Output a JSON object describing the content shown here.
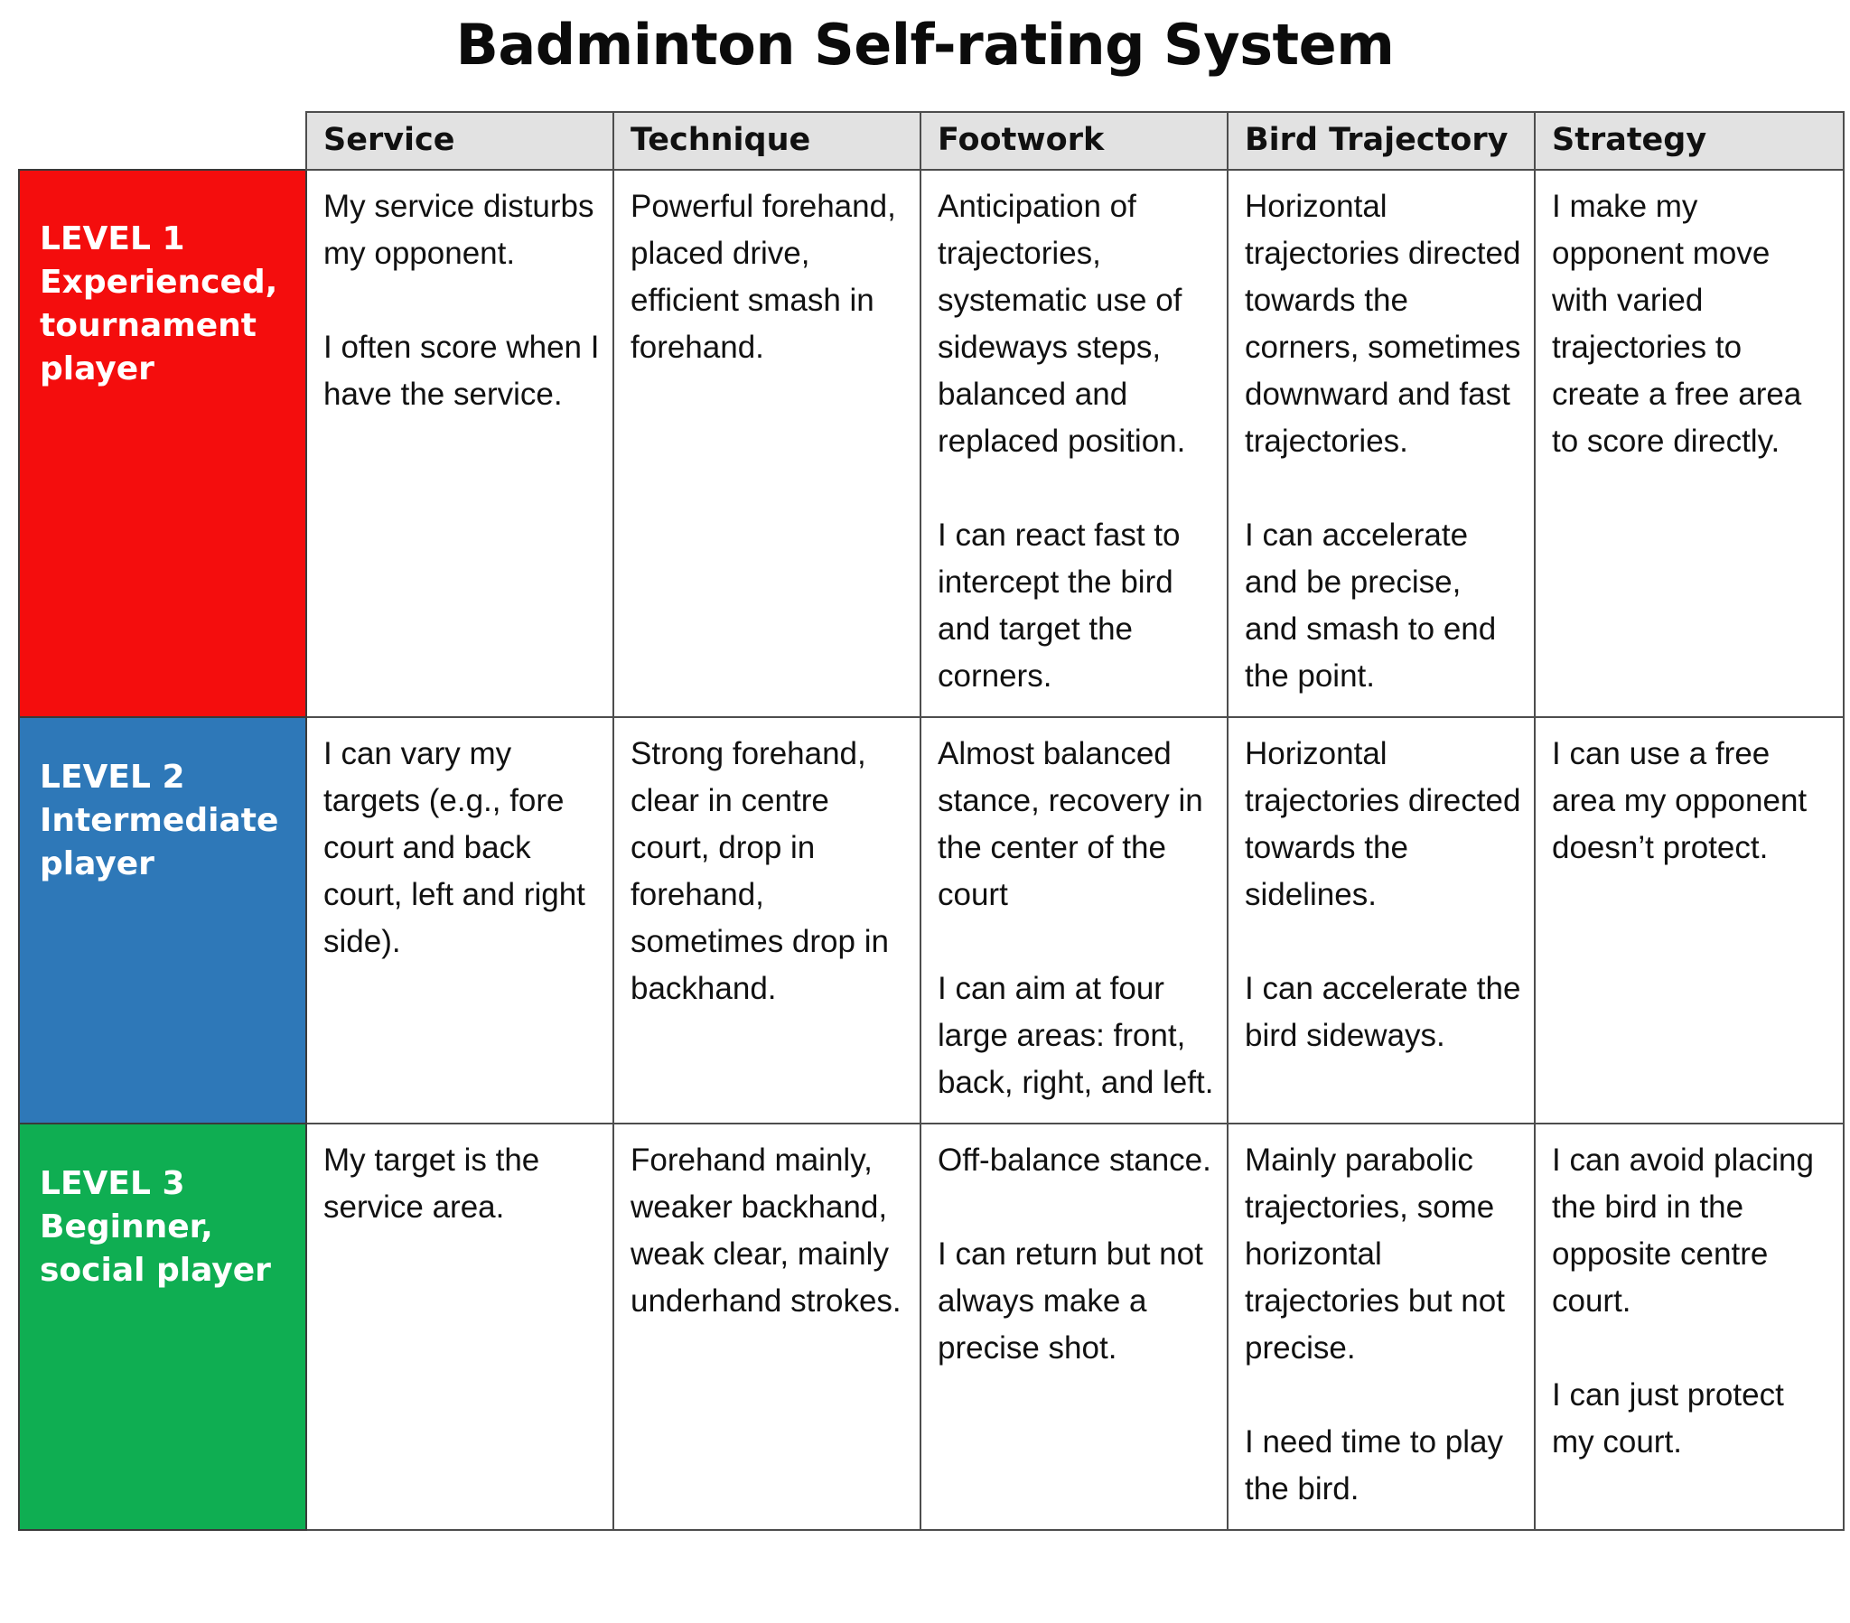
{
  "page": {
    "title": "Badminton Self-rating System",
    "colors": {
      "level1": "#F40D0D",
      "level2": "#2E78B8",
      "level3": "#0FAE52",
      "header_bg": "#E2E2E2",
      "border": "#4D4D4D",
      "text": "#111111",
      "level_text": "#FFFFFF"
    }
  },
  "table": {
    "corner_label": "",
    "columns": [
      {
        "key": "service",
        "label": "Service"
      },
      {
        "key": "technique",
        "label": "Technique"
      },
      {
        "key": "footwork",
        "label": "Footwork"
      },
      {
        "key": "trajectory",
        "label": "Bird Trajectory"
      },
      {
        "key": "strategy",
        "label": "Strategy"
      }
    ],
    "rows": [
      {
        "level_title": "LEVEL 1",
        "level_desc": "Experienced, tournament player",
        "level_color": "#F40D0D",
        "cells": {
          "service": [
            "My service disturbs my opponent.",
            "I often score when I have the service."
          ],
          "technique": [
            "Powerful forehand, placed drive, efficient smash in forehand."
          ],
          "footwork": [
            "Anticipation of trajectories, systematic use of sideways steps, balanced and replaced position.",
            "I can react fast to intercept the bird and target the corners."
          ],
          "trajectory": [
            "Horizontal trajectories directed towards the corners, sometimes downward and fast trajectories.",
            "I can accelerate and be precise, and smash to end the point."
          ],
          "strategy": [
            "I make my opponent move with varied trajectories to create a free area to score directly."
          ]
        }
      },
      {
        "level_title": "LEVEL 2",
        "level_desc": "Intermediate player",
        "level_color": "#2E78B8",
        "cells": {
          "service": [
            "I can vary my targets (e.g., fore court and back court, left and right side)."
          ],
          "technique": [
            "Strong forehand, clear in centre court, drop in forehand, sometimes drop in backhand."
          ],
          "footwork": [
            "Almost balanced stance, recovery in the center of the court",
            "I can aim at four large areas: front, back, right, and left."
          ],
          "trajectory": [
            "Horizontal trajectories directed towards the sidelines.",
            "I can accelerate the bird sideways."
          ],
          "strategy": [
            "I can use a free area my opponent doesn’t protect."
          ]
        }
      },
      {
        "level_title": "LEVEL 3",
        "level_desc": "Beginner, social player",
        "level_color": "#0FAE52",
        "cells": {
          "service": [
            "My target is the service area."
          ],
          "technique": [
            "Forehand mainly, weaker backhand, weak clear, mainly underhand strokes."
          ],
          "footwork": [
            "Off-balance stance.",
            "I can return but not always make a precise shot."
          ],
          "trajectory": [
            "Mainly parabolic trajectories, some horizontal trajectories but not precise.",
            "I need time to play the bird."
          ],
          "strategy": [
            "I can avoid placing the bird in the opposite centre court.",
            "I can just protect my court."
          ]
        }
      }
    ]
  }
}
